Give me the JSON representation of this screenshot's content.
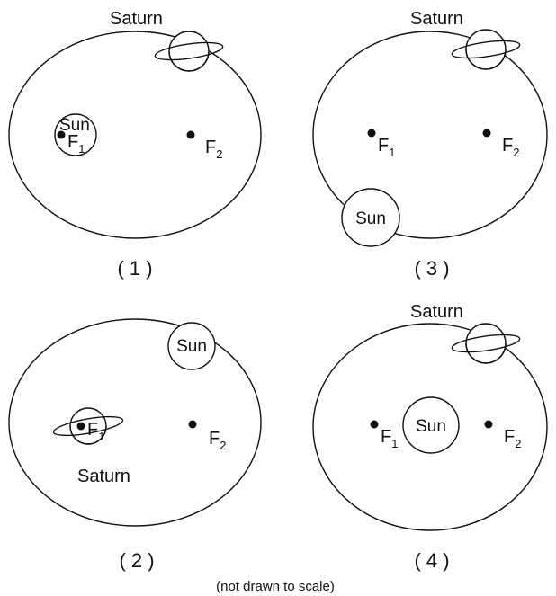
{
  "diagrams": [
    {
      "number": "( 1 )",
      "saturn_label": "Saturn",
      "sun_label": "Sun",
      "f1": {
        "letter": "F",
        "sub": "1"
      },
      "f2": {
        "letter": "F",
        "sub": "2"
      }
    },
    {
      "number": "( 3 )",
      "saturn_label": "Saturn",
      "sun_label": "Sun",
      "f1": {
        "letter": "F",
        "sub": "1"
      },
      "f2": {
        "letter": "F",
        "sub": "2"
      }
    },
    {
      "number": "( 2 )",
      "saturn_label": "Saturn",
      "sun_label": "Sun",
      "f1": {
        "letter": "F",
        "sub": "1"
      },
      "f2": {
        "letter": "F",
        "sub": "2"
      }
    },
    {
      "number": "( 4 )",
      "saturn_label": "Saturn",
      "sun_label": "Sun",
      "f1": {
        "letter": "F",
        "sub": "1"
      },
      "f2": {
        "letter": "F",
        "sub": "2"
      }
    }
  ],
  "footnote": "(not drawn to scale)"
}
